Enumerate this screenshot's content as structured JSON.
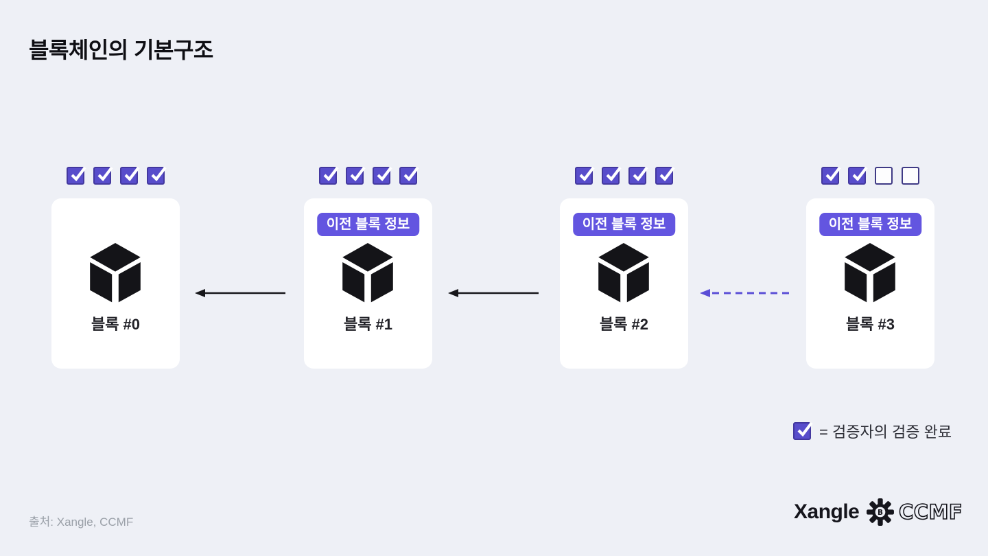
{
  "title": "블록체인의 기본구조",
  "colors": {
    "background": "#eef0f6",
    "card": "#ffffff",
    "accent_purple": "#584dcb",
    "badge_purple": "#6355e0",
    "checkbox_border": "#43389f",
    "dashed_arrow": "#5a4ed6",
    "black": "#17171b",
    "muted_gray": "#9aa0a8"
  },
  "blocks": [
    {
      "label": "블록 #0",
      "badge": "",
      "checks": [
        true,
        true,
        true,
        true
      ]
    },
    {
      "label": "블록 #1",
      "badge": "이전 블록 정보",
      "checks": [
        true,
        true,
        true,
        true
      ]
    },
    {
      "label": "블록 #2",
      "badge": "이전 블록 정보",
      "checks": [
        true,
        true,
        true,
        true
      ]
    },
    {
      "label": "블록 #3",
      "badge": "이전 블록 정보",
      "checks": [
        true,
        true,
        false,
        false
      ]
    }
  ],
  "legend": {
    "text": "= 검증자의 검증 완료"
  },
  "footer": {
    "source": "출처: Xangle, CCMF",
    "logo_xangle": "Xangle",
    "logo_ccmf": "CCMF",
    "gear_letter": "B"
  }
}
